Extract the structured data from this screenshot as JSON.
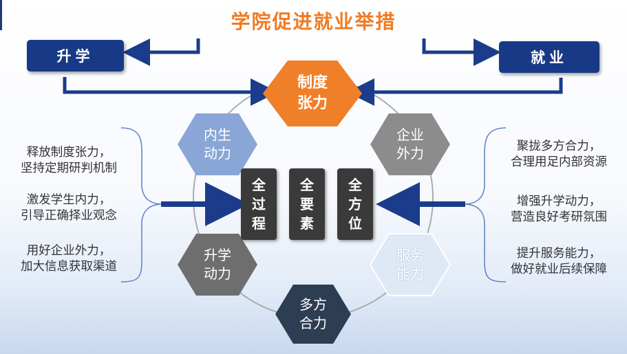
{
  "title": "学院促进就业举措",
  "top_left_box": "升学",
  "top_right_box": "就业",
  "center_hexagon": [
    "制度",
    "张力"
  ],
  "ring_hexagons": {
    "upper_left": [
      "内生",
      "动力"
    ],
    "upper_right": [
      "企业",
      "外力"
    ],
    "lower_left": [
      "升学",
      "动力"
    ],
    "lower_right": [
      "服务",
      "能力"
    ],
    "bottom": [
      "多方",
      "合力"
    ]
  },
  "center_boxes": [
    [
      "全",
      "过",
      "程"
    ],
    [
      "全",
      "要",
      "素"
    ],
    [
      "全",
      "方",
      "位"
    ]
  ],
  "left_notes": [
    [
      "释放制度张力，",
      "坚持定期研判机制"
    ],
    [
      "激发学生内力，",
      "引导正确择业观念"
    ],
    [
      "用好企业外力，",
      "加大信息获取渠道"
    ]
  ],
  "right_notes": [
    [
      "聚拢多方合力，",
      "合理用足内部资源"
    ],
    [
      "增强升学动力，",
      "营造良好考研氛围"
    ],
    [
      "提升服务能力，",
      "做好就业后续保障"
    ]
  ],
  "colors": {
    "title": "#f07a22",
    "box": "#183a86",
    "hex_orange": "#f07f2a",
    "hex_blue": "#8aa6d6",
    "hex_gray": "#8c8c8c",
    "hex_gray_dark": "#6e6e6e",
    "hex_light": "#dfe9f5",
    "hex_navy": "#2e3e52",
    "center_box": "#3a3a3a"
  }
}
